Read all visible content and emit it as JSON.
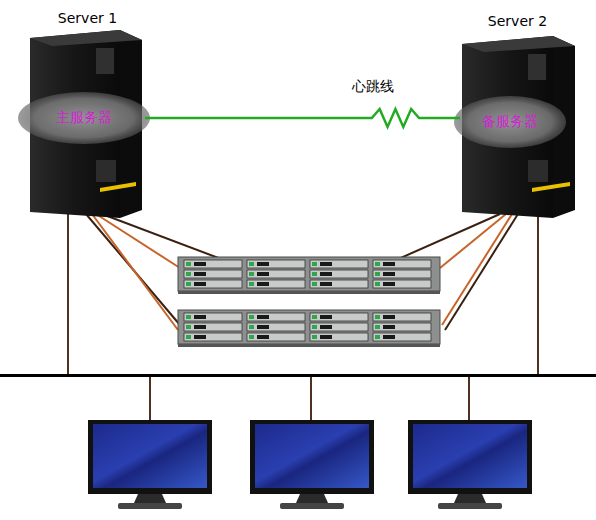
{
  "diagram": {
    "nodes": [
      {
        "text": [
          "Server 1",
          "主服务器"
        ]
      },
      {
        "text": [
          "Server 2",
          "备服务器"
        ]
      }
    ],
    "edges": [
      {
        "from": 0,
        "to": 1,
        "label": "心跳线",
        "arrow": "none"
      }
    ]
  }
}
